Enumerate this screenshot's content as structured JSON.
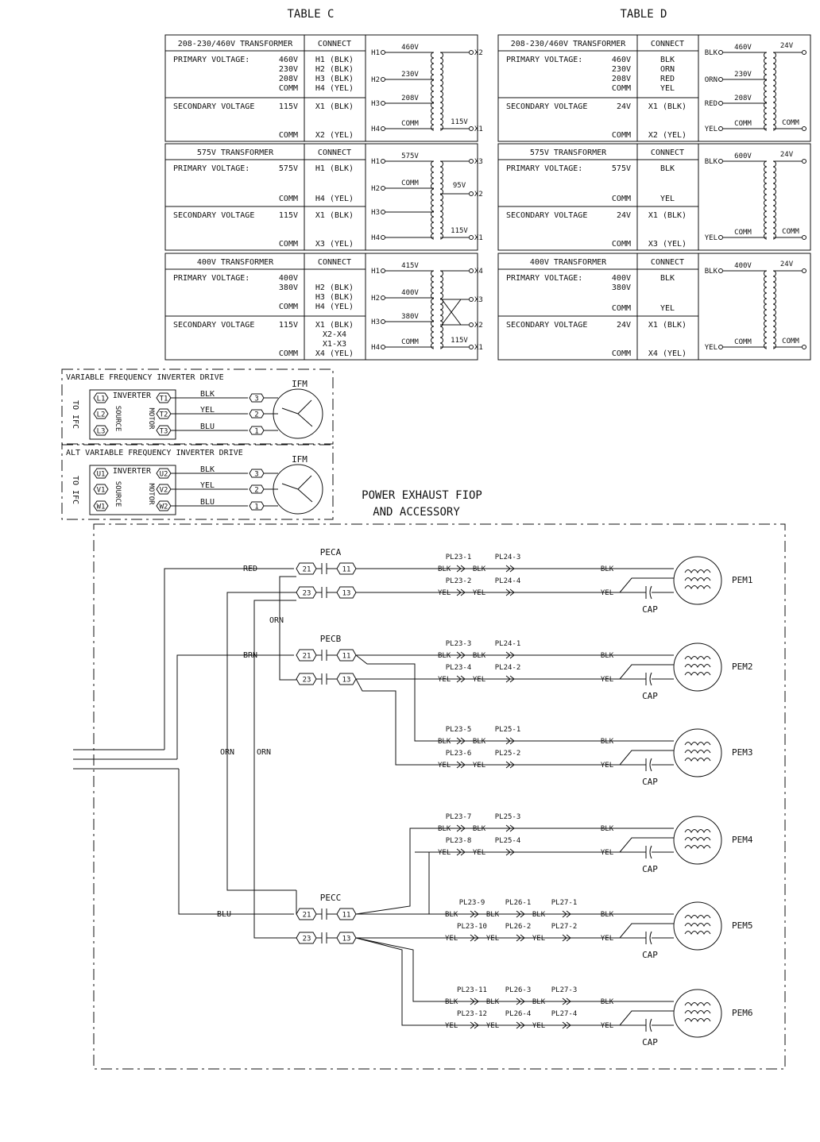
{
  "table_c": {
    "title": "TABLE C",
    "sections": [
      {
        "header": [
          "208-230/460V TRANSFORMER",
          "CONNECT"
        ],
        "rows": [
          {
            "label": "PRIMARY VOLTAGE:",
            "value": "460V",
            "connect": "H1 (BLK)"
          },
          {
            "label": "",
            "value": "230V",
            "connect": "H2 (BLK)"
          },
          {
            "label": "",
            "value": "208V",
            "connect": "H3 (BLK)"
          },
          {
            "label": "",
            "value": "COMM",
            "connect": "H4 (YEL)"
          },
          {
            "label": "SECONDARY VOLTAGE",
            "value": "115V",
            "connect": "X1 (BLK)"
          },
          {
            "label": "",
            "value": "COMM",
            "connect": "X2 (YEL)"
          }
        ],
        "schematic": {
          "taps": [
            "H1",
            "H2",
            "H3",
            "H4"
          ],
          "tap_volts": [
            "460V",
            "230V",
            "208V",
            "COMM"
          ],
          "outputs": [
            "X2",
            "X1"
          ],
          "out_volts": [
            "115V"
          ]
        }
      },
      {
        "header": [
          "575V TRANSFORMER",
          "CONNECT"
        ],
        "rows": [
          {
            "label": "PRIMARY VOLTAGE:",
            "value": "575V",
            "connect": "H1 (BLK)"
          },
          {
            "label": "",
            "value": "COMM",
            "connect": "H4 (YEL)"
          },
          {
            "label": "SECONDARY VOLTAGE",
            "value": "115V",
            "connect": "X1 (BLK)"
          },
          {
            "label": "",
            "value": "COMM",
            "connect": "X3 (YEL)"
          }
        ],
        "schematic": {
          "taps": [
            "H1",
            "H2",
            "H3",
            "H4"
          ],
          "tap_volts": [
            "575V",
            "COMM"
          ],
          "outputs": [
            "X3",
            "X2",
            "X1"
          ],
          "out_volts": [
            "95V",
            "115V"
          ]
        }
      },
      {
        "header": [
          "400V TRANSFORMER",
          "CONNECT"
        ],
        "rows": [
          {
            "label": "PRIMARY VOLTAGE:",
            "value": "400V",
            "connect": ""
          },
          {
            "label": "",
            "value": "380V",
            "connect": "H2 (BLK)"
          },
          {
            "label": "",
            "value": "",
            "connect": "H3 (BLK)"
          },
          {
            "label": "",
            "value": "COMM",
            "connect": "H4 (YEL)"
          },
          {
            "label": "SECONDARY VOLTAGE",
            "value": "115V",
            "connect": "X1 (BLK)"
          },
          {
            "label": "",
            "value": "",
            "connect": "X2-X4"
          },
          {
            "label": "",
            "value": "",
            "connect": "X1-X3"
          },
          {
            "label": "",
            "value": "COMM",
            "connect": "X4 (YEL)"
          }
        ],
        "schematic": {
          "taps": [
            "H1",
            "H2",
            "H3",
            "H4"
          ],
          "tap_volts": [
            "415V",
            "400V",
            "380V",
            "COMM"
          ],
          "outputs": [
            "X4",
            "X3",
            "X2",
            "X1"
          ],
          "out_volts": [
            "115V"
          ]
        }
      }
    ]
  },
  "table_d": {
    "title": "TABLE D",
    "sections": [
      {
        "header": [
          "208-230/460V TRANSFORMER",
          "CONNECT"
        ],
        "rows": [
          {
            "label": "PRIMARY VOLTAGE:",
            "value": "460V",
            "connect": "BLK"
          },
          {
            "label": "",
            "value": "230V",
            "connect": "ORN"
          },
          {
            "label": "",
            "value": "208V",
            "connect": "RED"
          },
          {
            "label": "",
            "value": "COMM",
            "connect": "YEL"
          },
          {
            "label": "SECONDARY VOLTAGE",
            "value": "24V",
            "connect": "X1 (BLK)"
          },
          {
            "label": "",
            "value": "COMM",
            "connect": "X2 (YEL)"
          }
        ],
        "schematic": {
          "taps": [
            "BLK",
            "ORN",
            "RED",
            "YEL"
          ],
          "tap_volts": [
            "460V",
            "230V",
            "208V",
            "COMM"
          ],
          "out_volts": [
            "24V",
            "COMM"
          ]
        }
      },
      {
        "header": [
          "575V TRANSFORMER",
          "CONNECT"
        ],
        "rows": [
          {
            "label": "PRIMARY VOLTAGE:",
            "value": "575V",
            "connect": "BLK"
          },
          {
            "label": "",
            "value": "COMM",
            "connect": "YEL"
          },
          {
            "label": "SECONDARY VOLTAGE",
            "value": "24V",
            "connect": "X1 (BLK)"
          },
          {
            "label": "",
            "value": "COMM",
            "connect": "X3 (YEL)"
          }
        ],
        "schematic": {
          "taps": [
            "BLK",
            "YEL"
          ],
          "tap_volts": [
            "600V",
            "COMM"
          ],
          "out_volts": [
            "24V",
            "COMM"
          ]
        }
      },
      {
        "header": [
          "400V TRANSFORMER",
          "CONNECT"
        ],
        "rows": [
          {
            "label": "PRIMARY VOLTAGE:",
            "value": "400V",
            "connect": "BLK"
          },
          {
            "label": "",
            "value": "380V",
            "connect": ""
          },
          {
            "label": "",
            "value": "COMM",
            "connect": "YEL"
          },
          {
            "label": "SECONDARY VOLTAGE",
            "value": "24V",
            "connect": "X1 (BLK)"
          },
          {
            "label": "",
            "value": "COMM",
            "connect": "X4 (YEL)"
          }
        ],
        "schematic": {
          "taps": [
            "BLK",
            "YEL"
          ],
          "tap_volts": [
            "400V",
            "COMM"
          ],
          "out_volts": [
            "24V",
            "COMM"
          ]
        }
      }
    ]
  },
  "vfd": [
    {
      "title": "VARIABLE FREQUENCY INVERTER DRIVE",
      "side_label": "TO IFC",
      "source_terms": [
        "L1",
        "L2",
        "L3"
      ],
      "motor_terms": [
        "T1",
        "T2",
        "T3"
      ],
      "inverter": "INVERTER",
      "source": "SOURCE",
      "motor": "MOTOR",
      "wires": [
        "BLK",
        "YEL",
        "BLU"
      ],
      "pins": [
        "3",
        "2",
        "1"
      ],
      "motor_label": "IFM"
    },
    {
      "title": "ALT VARIABLE FREQUENCY INVERTER DRIVE",
      "side_label": "TO IFC",
      "source_terms": [
        "U1",
        "V1",
        "W1"
      ],
      "motor_terms": [
        "U2",
        "V2",
        "W2"
      ],
      "inverter": "INVERTER",
      "source": "SOURCE",
      "motor": "MOTOR",
      "wires": [
        "BLK",
        "YEL",
        "BLU"
      ],
      "pins": [
        "3",
        "2",
        "1"
      ],
      "motor_label": "IFM"
    }
  ],
  "power_exhaust": {
    "title_line1": "POWER EXHAUST FIOP",
    "title_line2": "AND ACCESSORY",
    "input_wires": [
      "RED",
      "BRN",
      "BLU"
    ],
    "orn_labels": [
      "ORN",
      "ORN",
      "ORN"
    ],
    "contactors": [
      {
        "name": "PECA",
        "terms": [
          "21",
          "11",
          "23",
          "13"
        ]
      },
      {
        "name": "PECB",
        "terms": [
          "21",
          "11",
          "23",
          "13"
        ]
      },
      {
        "name": "PECC",
        "terms": [
          "21",
          "11",
          "23",
          "13"
        ]
      }
    ],
    "motors": [
      {
        "name": "PEM1",
        "blk_plugs": [
          "PL23-1",
          "PL24-3"
        ],
        "yel_plugs": [
          "PL23-2",
          "PL24-4"
        ]
      },
      {
        "name": "PEM2",
        "blk_plugs": [
          "PL23-3",
          "PL24-1"
        ],
        "yel_plugs": [
          "PL23-4",
          "PL24-2"
        ]
      },
      {
        "name": "PEM3",
        "blk_plugs": [
          "PL23-5",
          "PL25-1"
        ],
        "yel_plugs": [
          "PL23-6",
          "PL25-2"
        ]
      },
      {
        "name": "PEM4",
        "blk_plugs": [
          "PL23-7",
          "PL25-3"
        ],
        "yel_plugs": [
          "PL23-8",
          "PL25-4"
        ]
      },
      {
        "name": "PEM5",
        "blk_plugs": [
          "PL23-9",
          "PL26-1",
          "PL27-1"
        ],
        "yel_plugs": [
          "PL23-10",
          "PL26-2",
          "PL27-2"
        ]
      },
      {
        "name": "PEM6",
        "blk_plugs": [
          "PL23-11",
          "PL26-3",
          "PL27-3"
        ],
        "yel_plugs": [
          "PL23-12",
          "PL26-4",
          "PL27-4"
        ]
      }
    ],
    "wire_blk": "BLK",
    "wire_yel": "YEL",
    "cap": "CAP"
  }
}
